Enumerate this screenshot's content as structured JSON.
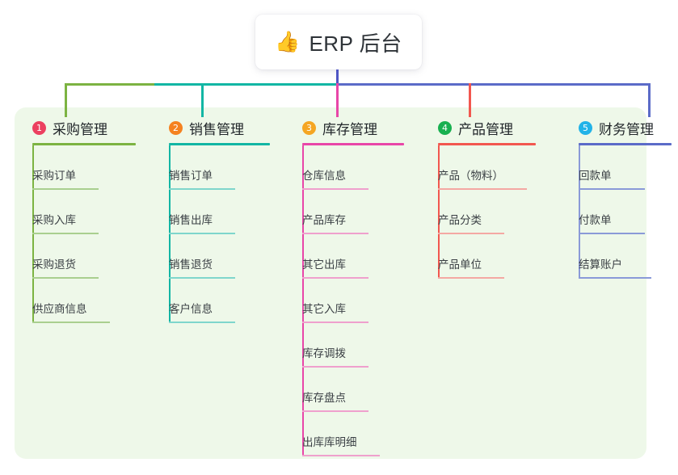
{
  "diagram": {
    "root": {
      "icon": "thumbs-up-icon",
      "icon_glyph": "👍",
      "title": "ERP 后台"
    },
    "panel_color": "#eef8e9",
    "bus": {
      "segments": [
        {
          "name": "bus-segment-green",
          "color": "#7cb342"
        },
        {
          "name": "bus-segment-teal",
          "color": "#12b6a4"
        },
        {
          "name": "bus-segment-indigo",
          "color": "#4f56c4"
        }
      ]
    },
    "columns": [
      {
        "index": "1",
        "title": "采购管理",
        "badge_color": "#ec4060",
        "rule_color": "#7cb342",
        "spine_color": "#7cb342",
        "item_rule_color": "#a9cf8f",
        "drop_color": "#7cb342",
        "items": [
          {
            "label": "采购订单"
          },
          {
            "label": "采购入库"
          },
          {
            "label": "采购退货"
          },
          {
            "label": "供应商信息"
          }
        ]
      },
      {
        "index": "2",
        "title": "销售管理",
        "badge_color": "#f58220",
        "rule_color": "#12b6a4",
        "spine_color": "#12b6a4",
        "item_rule_color": "#7fd6cc",
        "drop_color": "#12b6a4",
        "items": [
          {
            "label": "销售订单"
          },
          {
            "label": "销售出库"
          },
          {
            "label": "销售退货"
          },
          {
            "label": "客户信息"
          }
        ]
      },
      {
        "index": "3",
        "title": "库存管理",
        "badge_color": "#f5a623",
        "rule_color": "#e846a8",
        "spine_color": "#e846a8",
        "item_rule_color": "#efa0cd",
        "drop_color": "#e846a8",
        "items": [
          {
            "label": "仓库信息"
          },
          {
            "label": "产品库存"
          },
          {
            "label": "其它出库"
          },
          {
            "label": "其它入库"
          },
          {
            "label": "库存调拨"
          },
          {
            "label": "库存盘点"
          },
          {
            "label": "出库库明细"
          }
        ]
      },
      {
        "index": "4",
        "title": "产品管理",
        "badge_color": "#18b050",
        "rule_color": "#f2574f",
        "spine_color": "#f2574f",
        "item_rule_color": "#f4a8a3",
        "drop_color": "#f2574f",
        "items": [
          {
            "label": "产品（物料）"
          },
          {
            "label": "产品分类"
          },
          {
            "label": "产品单位"
          }
        ]
      },
      {
        "index": "5",
        "title": "财务管理",
        "badge_color": "#22b3e8",
        "rule_color": "#5b6bc8",
        "spine_color": "#8a9ad8",
        "item_rule_color": "#8a9ad8",
        "drop_color": "#5b6bc8",
        "items": [
          {
            "label": "回款单"
          },
          {
            "label": "付款单"
          },
          {
            "label": "结算账户"
          }
        ]
      }
    ]
  }
}
